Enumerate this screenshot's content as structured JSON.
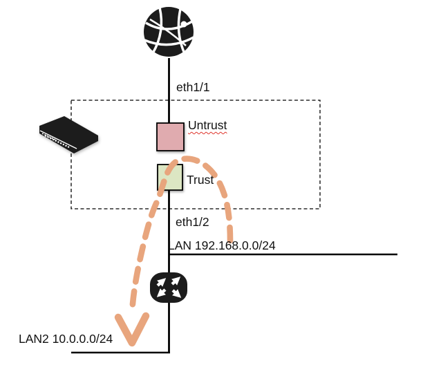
{
  "diagram_type": "network-topology",
  "internet": {
    "icon": "globe-icon"
  },
  "firewall": {
    "device_icon": "switch-icon",
    "zone_box_style": "dashed-rectangle",
    "zones": [
      {
        "label": "Untrust",
        "interface": "eth1/1",
        "fill": "#e0abaf"
      },
      {
        "label": "Trust",
        "interface": "eth1/2",
        "fill": "#dce6c3"
      }
    ]
  },
  "router": {
    "icon": "router-icon"
  },
  "networks": [
    {
      "label": "LAN 192.168.0.0/24"
    },
    {
      "label": "LAN2 10.0.0.0/24"
    }
  ],
  "flow_arrow": {
    "icon": "curved-dashed-arrow",
    "style": "dashed",
    "color": "#e8a57d",
    "from": "LAN 192.168.0.0/24",
    "through": "Trust",
    "to": "LAN2 10.0.0.0/24"
  },
  "colors": {
    "background": "#ffffff",
    "line": "#000000",
    "device": "#1c1c1c",
    "untrust_zone": "#e0abaf",
    "trust_zone": "#dce6c3",
    "flow_arrow": "#e8a57d",
    "spellcheck_underline": "#de342b"
  }
}
